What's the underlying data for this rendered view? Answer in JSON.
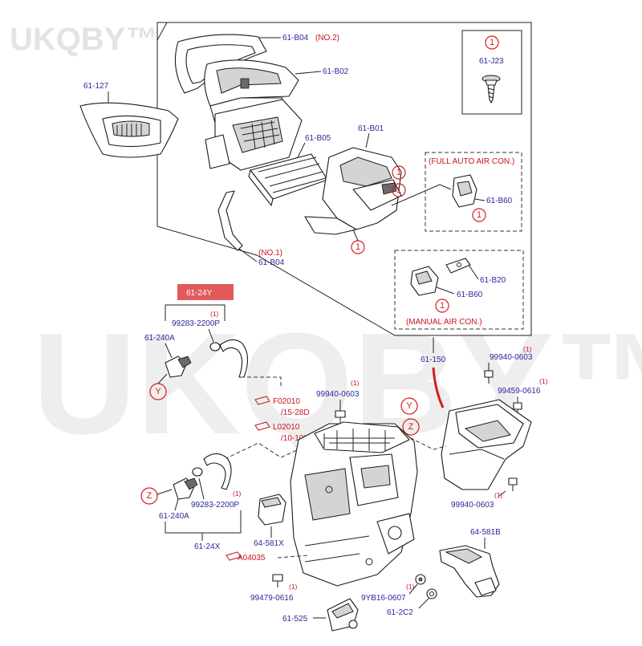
{
  "watermark": {
    "brand": "UKQBY™",
    "big": "UKQBY™"
  },
  "parts": {
    "b04_no2": {
      "code": "61-B04",
      "note": "(NO.2)"
    },
    "b02": "61-B02",
    "j23": "61-J23",
    "p127": "61-127",
    "b05": "61-B05",
    "b01": "61-B01",
    "b04_no1": {
      "code": "61-B04",
      "note": "(NO.1)"
    },
    "b60_auto": "61-B60",
    "b20": "61-B20",
    "b60_manual": "61-B60",
    "p24y": "61-24Y",
    "p99283_top": "99283-2200P",
    "p240a_top": "61-240A",
    "p150": "61-150",
    "p99940_0603_a": "99940-0603",
    "p99459": "99459-0616",
    "p99940_0603_b": "99940-0603",
    "p99940_0603_c": "99940-0603",
    "p99283_bot": "99283-2200P",
    "p240a_bot": "61-240A",
    "p24x": "61-24X",
    "p581x": "64-581X",
    "p581b": "64-581B",
    "p99479": "99479-0616",
    "p9yb16": "9YB16-0607",
    "p2c2": "61-2C2",
    "p525": "61-525"
  },
  "refs": {
    "f02010": "F02010",
    "f02010_range": "/15-28D",
    "l02010": "L02010",
    "l02010_range": "/10-10X",
    "a04035": "A04035"
  },
  "qty": "(1)",
  "marks": {
    "one": "1",
    "y": "Y",
    "z": "Z"
  },
  "groups": {
    "full_auto": "(FULL AUTO AIR CON.)",
    "manual": "(MANUAL AIR CON.)"
  },
  "colors": {
    "part_label": "#2a2a9a",
    "callout": "#c8141e",
    "highlight_box": "#e05a5a"
  }
}
